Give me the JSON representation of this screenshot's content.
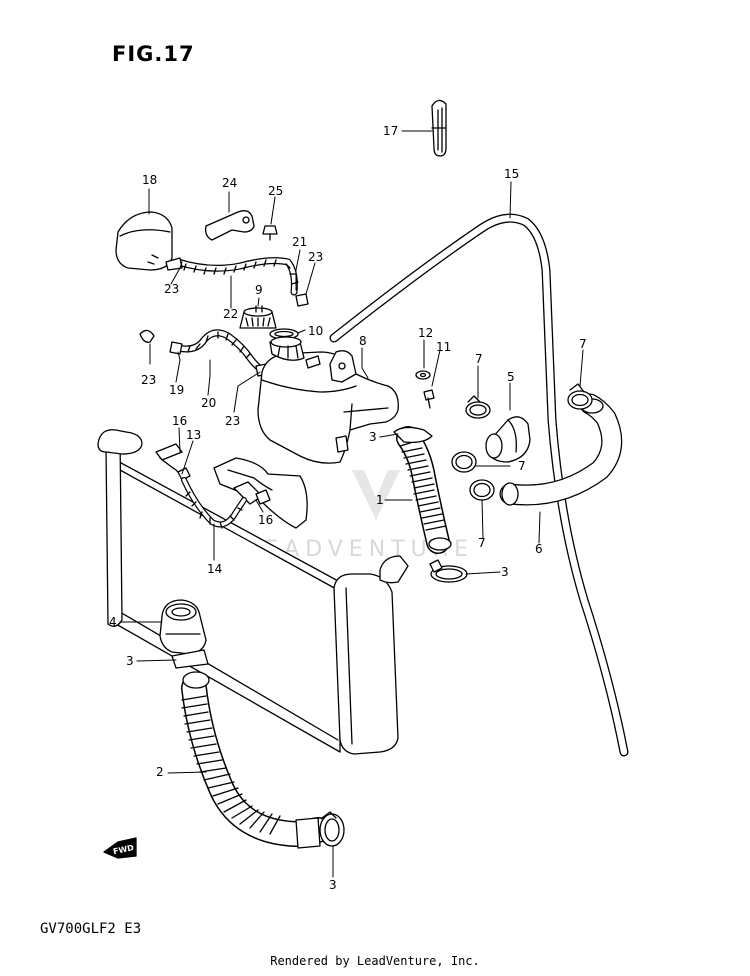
{
  "figure": {
    "title": "FIG.17",
    "model_code": "GV700GLF2  E3",
    "footer": "Rendered by LeadVenture, Inc.",
    "watermark": "LEADVENTURE",
    "fwd_label": "FWD"
  },
  "callouts": [
    {
      "id": "c17",
      "label": "17"
    },
    {
      "id": "c18",
      "label": "18"
    },
    {
      "id": "c24",
      "label": "24"
    },
    {
      "id": "c25",
      "label": "25"
    },
    {
      "id": "c15",
      "label": "15"
    },
    {
      "id": "c21",
      "label": "21"
    },
    {
      "id": "c23a",
      "label": "23"
    },
    {
      "id": "c9",
      "label": "9"
    },
    {
      "id": "c23b",
      "label": "23"
    },
    {
      "id": "c22",
      "label": "22"
    },
    {
      "id": "c10",
      "label": "10"
    },
    {
      "id": "c12",
      "label": "12"
    },
    {
      "id": "c8",
      "label": "8"
    },
    {
      "id": "c11",
      "label": "11"
    },
    {
      "id": "c7a",
      "label": "7"
    },
    {
      "id": "c7b",
      "label": "7"
    },
    {
      "id": "c5",
      "label": "5"
    },
    {
      "id": "c23c",
      "label": "23"
    },
    {
      "id": "c19",
      "label": "19"
    },
    {
      "id": "c20",
      "label": "20"
    },
    {
      "id": "c23d",
      "label": "23"
    },
    {
      "id": "c3a",
      "label": "3"
    },
    {
      "id": "c16a",
      "label": "16"
    },
    {
      "id": "c13",
      "label": "13"
    },
    {
      "id": "c7c",
      "label": "7"
    },
    {
      "id": "c1",
      "label": "1"
    },
    {
      "id": "c16b",
      "label": "16"
    },
    {
      "id": "c7d",
      "label": "7"
    },
    {
      "id": "c6",
      "label": "6"
    },
    {
      "id": "c14",
      "label": "14"
    },
    {
      "id": "c3b",
      "label": "3"
    },
    {
      "id": "c4",
      "label": "4"
    },
    {
      "id": "c3c",
      "label": "3"
    },
    {
      "id": "c2",
      "label": "2"
    },
    {
      "id": "c3d",
      "label": "3"
    }
  ]
}
